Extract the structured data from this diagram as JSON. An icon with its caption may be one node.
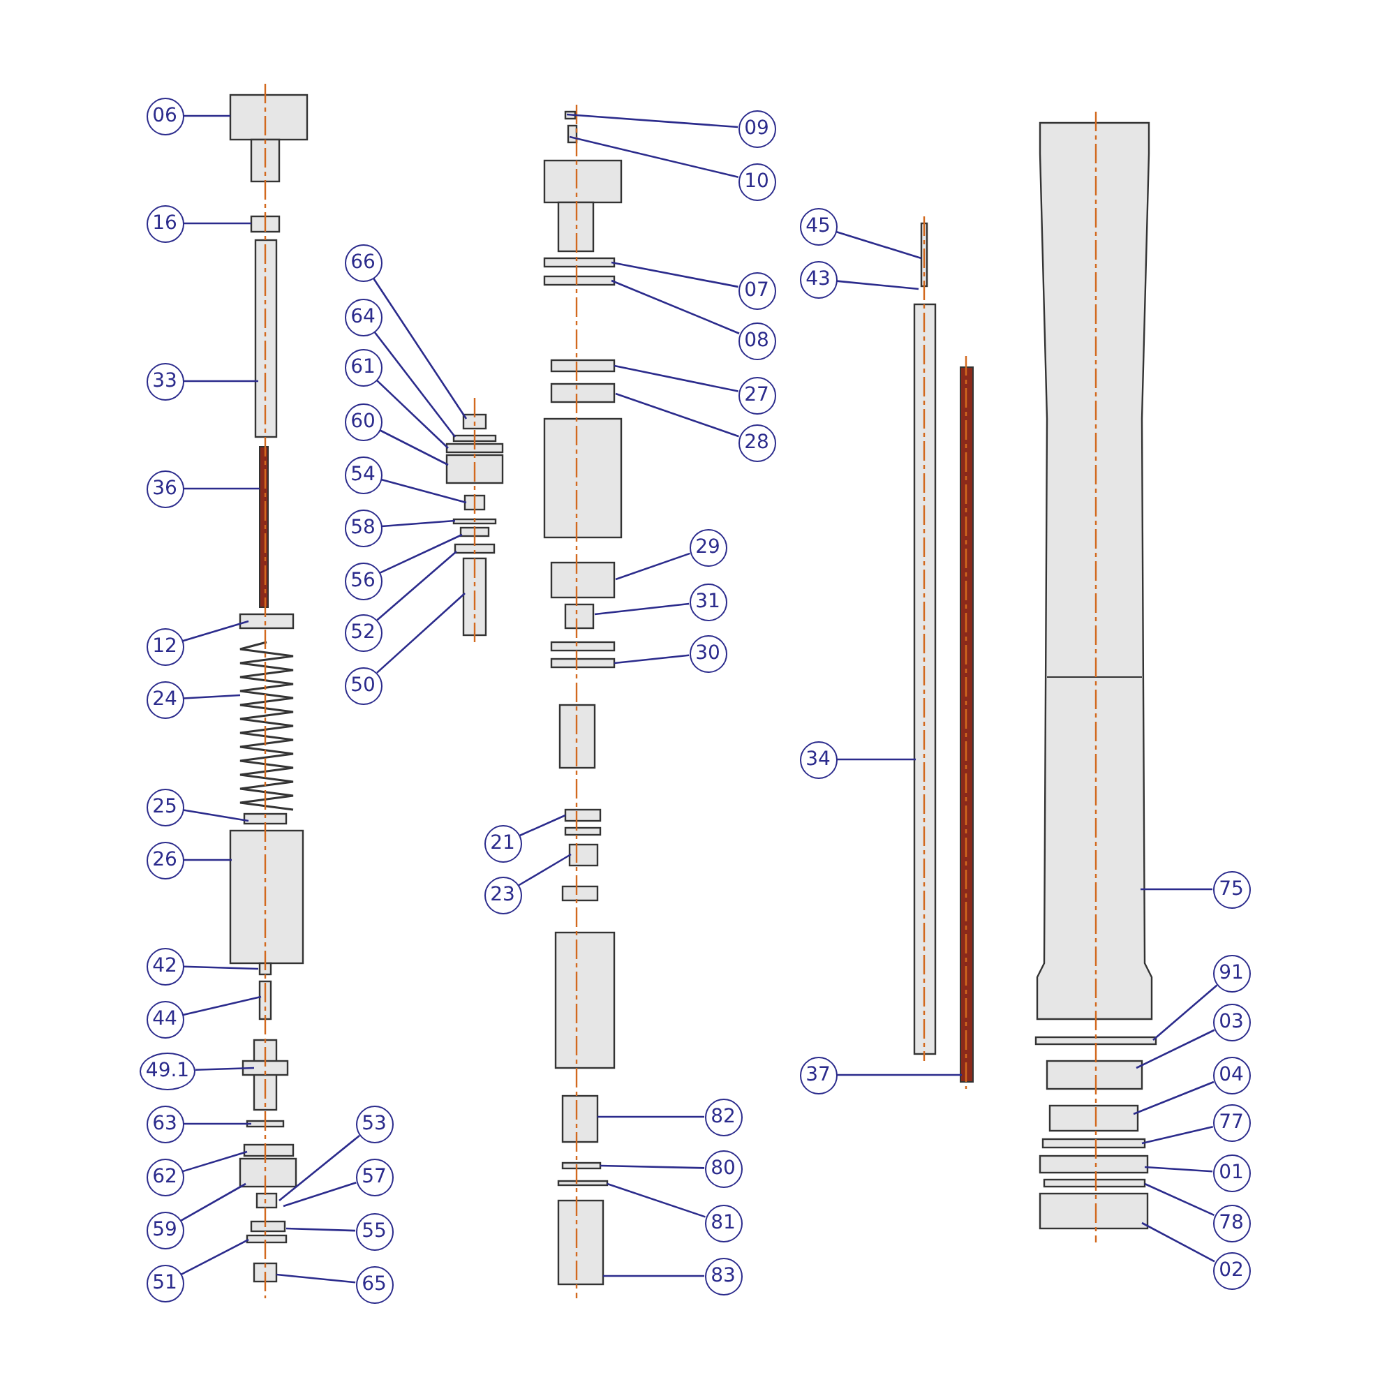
{
  "diagram": {
    "nodes": [
      {
        "text": [
          "06"
        ]
      },
      {
        "text": [
          "16"
        ]
      },
      {
        "text": [
          "33"
        ]
      },
      {
        "text": [
          "36"
        ]
      },
      {
        "text": [
          "12"
        ]
      },
      {
        "text": [
          "24"
        ]
      },
      {
        "text": [
          "25"
        ]
      },
      {
        "text": [
          "26"
        ]
      },
      {
        "text": [
          "42"
        ]
      },
      {
        "text": [
          "44"
        ]
      },
      {
        "text": [
          "49.1"
        ]
      },
      {
        "text": [
          "63"
        ]
      },
      {
        "text": [
          "62"
        ]
      },
      {
        "text": [
          "59"
        ]
      },
      {
        "text": [
          "51"
        ]
      },
      {
        "text": [
          "66"
        ]
      },
      {
        "text": [
          "64"
        ]
      },
      {
        "text": [
          "61"
        ]
      },
      {
        "text": [
          "60"
        ]
      },
      {
        "text": [
          "54"
        ]
      },
      {
        "text": [
          "58"
        ]
      },
      {
        "text": [
          "56"
        ]
      },
      {
        "text": [
          "52"
        ]
      },
      {
        "text": [
          "50"
        ]
      },
      {
        "text": [
          "53"
        ]
      },
      {
        "text": [
          "57"
        ]
      },
      {
        "text": [
          "55"
        ]
      },
      {
        "text": [
          "65"
        ]
      },
      {
        "text": [
          "09"
        ]
      },
      {
        "text": [
          "10"
        ]
      },
      {
        "text": [
          "07"
        ]
      },
      {
        "text": [
          "08"
        ]
      },
      {
        "text": [
          "27"
        ]
      },
      {
        "text": [
          "28"
        ]
      },
      {
        "text": [
          "29"
        ]
      },
      {
        "text": [
          "31"
        ]
      },
      {
        "text": [
          "30"
        ]
      },
      {
        "text": [
          "21"
        ]
      },
      {
        "text": [
          "23"
        ]
      },
      {
        "text": [
          "82"
        ]
      },
      {
        "text": [
          "80"
        ]
      },
      {
        "text": [
          "81"
        ]
      },
      {
        "text": [
          "83"
        ]
      },
      {
        "text": [
          "45"
        ]
      },
      {
        "text": [
          "43"
        ]
      },
      {
        "text": [
          "34"
        ]
      },
      {
        "text": [
          "37"
        ]
      },
      {
        "text": [
          "75"
        ]
      },
      {
        "text": [
          "91"
        ]
      },
      {
        "text": [
          "03"
        ]
      },
      {
        "text": [
          "04"
        ]
      },
      {
        "text": [
          "77"
        ]
      },
      {
        "text": [
          "01"
        ]
      },
      {
        "text": [
          "78"
        ]
      },
      {
        "text": [
          "02"
        ]
      }
    ],
    "edges": [
      {
        "from": 0,
        "to": null,
        "arrow": "none"
      },
      {
        "from": 1,
        "to": null,
        "arrow": "none"
      },
      {
        "from": 2,
        "to": null,
        "arrow": "none"
      },
      {
        "from": 3,
        "to": null,
        "arrow": "none"
      },
      {
        "from": 4,
        "to": null,
        "arrow": "none"
      },
      {
        "from": 5,
        "to": null,
        "arrow": "none"
      },
      {
        "from": 6,
        "to": null,
        "arrow": "none"
      },
      {
        "from": 7,
        "to": null,
        "arrow": "none"
      },
      {
        "from": 8,
        "to": null,
        "arrow": "none"
      },
      {
        "from": 9,
        "to": null,
        "arrow": "none"
      },
      {
        "from": 10,
        "to": null,
        "arrow": "none"
      },
      {
        "from": 11,
        "to": null,
        "arrow": "none"
      },
      {
        "from": 12,
        "to": null,
        "arrow": "none"
      },
      {
        "from": 13,
        "to": null,
        "arrow": "none"
      },
      {
        "from": 14,
        "to": null,
        "arrow": "none"
      },
      {
        "from": 15,
        "to": null,
        "arrow": "none"
      },
      {
        "from": 16,
        "to": null,
        "arrow": "none"
      },
      {
        "from": 17,
        "to": null,
        "arrow": "none"
      },
      {
        "from": 18,
        "to": null,
        "arrow": "none"
      },
      {
        "from": 19,
        "to": null,
        "arrow": "none"
      },
      {
        "from": 20,
        "to": null,
        "arrow": "none"
      },
      {
        "from": 21,
        "to": null,
        "arrow": "none"
      },
      {
        "from": 22,
        "to": null,
        "arrow": "none"
      },
      {
        "from": 23,
        "to": null,
        "arrow": "none"
      },
      {
        "from": 24,
        "to": null,
        "arrow": "none"
      },
      {
        "from": 25,
        "to": null,
        "arrow": "none"
      },
      {
        "from": 26,
        "to": null,
        "arrow": "none"
      },
      {
        "from": 27,
        "to": null,
        "arrow": "none"
      },
      {
        "from": 28,
        "to": null,
        "arrow": "none"
      },
      {
        "from": 29,
        "to": null,
        "arrow": "none"
      },
      {
        "from": 30,
        "to": null,
        "arrow": "none"
      },
      {
        "from": 31,
        "to": null,
        "arrow": "none"
      },
      {
        "from": 32,
        "to": null,
        "arrow": "none"
      },
      {
        "from": 33,
        "to": null,
        "arrow": "none"
      },
      {
        "from": 34,
        "to": null,
        "arrow": "none"
      },
      {
        "from": 35,
        "to": null,
        "arrow": "none"
      },
      {
        "from": 36,
        "to": null,
        "arrow": "none"
      },
      {
        "from": 37,
        "to": null,
        "arrow": "none"
      },
      {
        "from": 38,
        "to": null,
        "arrow": "none"
      },
      {
        "from": 39,
        "to": null,
        "arrow": "none"
      },
      {
        "from": 40,
        "to": null,
        "arrow": "none"
      },
      {
        "from": 41,
        "to": null,
        "arrow": "none"
      },
      {
        "from": 42,
        "to": null,
        "arrow": "none"
      },
      {
        "from": 43,
        "to": null,
        "arrow": "none"
      },
      {
        "from": 44,
        "to": null,
        "arrow": "none"
      },
      {
        "from": 45,
        "to": null,
        "arrow": "none"
      },
      {
        "from": 46,
        "to": null,
        "arrow": "none"
      },
      {
        "from": 47,
        "to": null,
        "arrow": "none"
      },
      {
        "from": 48,
        "to": null,
        "arrow": "none"
      },
      {
        "from": 49,
        "to": null,
        "arrow": "none"
      },
      {
        "from": 50,
        "to": null,
        "arrow": "none"
      },
      {
        "from": 51,
        "to": null,
        "arrow": "none"
      },
      {
        "from": 52,
        "to": null,
        "arrow": "none"
      },
      {
        "from": 53,
        "to": null,
        "arrow": "none"
      },
      {
        "from": 54,
        "to": null,
        "arrow": "none"
      }
    ]
  }
}
